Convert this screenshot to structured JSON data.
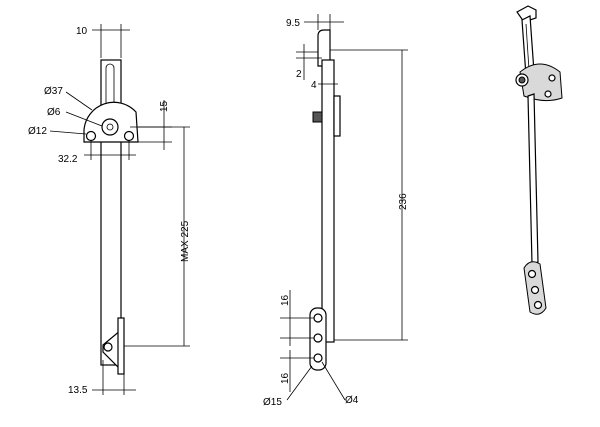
{
  "front_view": {
    "dim_width_top": "10",
    "dim_dia_37": "Ø37",
    "dim_dia_6": "Ø6",
    "dim_dia_12": "Ø12",
    "dim_height_15": "15",
    "dim_hole_spacing": "32.2",
    "dim_max_length": "MAX  225",
    "dim_bottom_width": "13.5"
  },
  "side_view": {
    "dim_offset": "9.5",
    "dim_thickness": "2",
    "dim_step": "4",
    "dim_length": "236",
    "dim_hole_pitch_top": "16",
    "dim_hole_pitch_bottom": "16",
    "dim_plate_dia": "Ø15",
    "dim_hole_dia": "Ø4"
  }
}
